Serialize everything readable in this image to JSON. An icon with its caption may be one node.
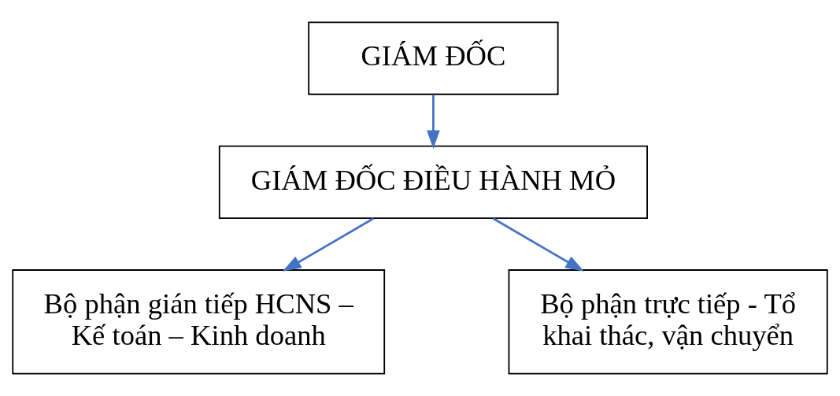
{
  "diagram": {
    "nodes": [
      {
        "text": [
          "GIÁM ĐỐC"
        ]
      },
      {
        "text": [
          "GIÁM ĐỐC ĐIỀU HÀNH MỎ"
        ]
      },
      {
        "text": [
          "Bộ phận gián tiếp HCNS – Kế toán – Kinh doanh"
        ]
      },
      {
        "text": [
          "Bộ phận trực tiếp - Tổ khai thác, vận chuyển"
        ]
      }
    ],
    "edges": [
      {
        "from": 0,
        "to": 1,
        "arrow": "to"
      },
      {
        "from": 1,
        "to": 2,
        "arrow": "to"
      },
      {
        "from": 1,
        "to": 3,
        "arrow": "to"
      }
    ]
  }
}
